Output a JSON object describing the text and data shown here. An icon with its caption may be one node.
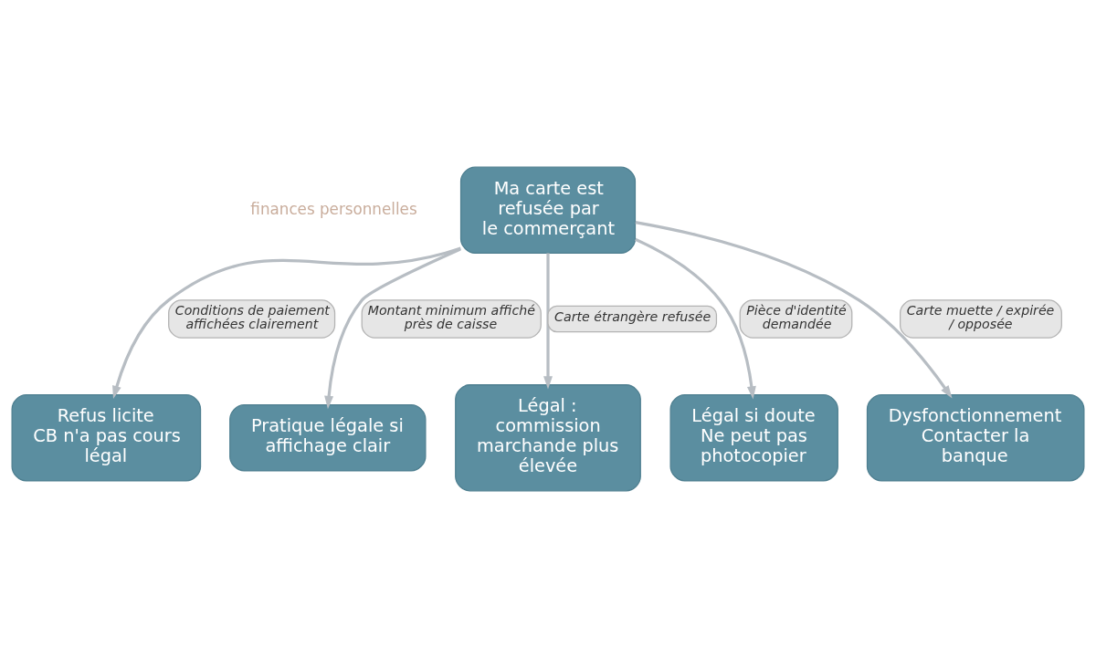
{
  "diagram": {
    "nodes": [
      {
        "text": [
          "Ma carte est refusée par le commerçant"
        ]
      },
      {
        "text": [
          "Refus licite",
          "CB n'a pas cours légal"
        ]
      },
      {
        "text": [
          "Pratique légale si affichage clair"
        ]
      },
      {
        "text": [
          "Légal : commission marchande plus élevée"
        ]
      },
      {
        "text": [
          "Légal si doute",
          "Ne peut pas photocopier"
        ]
      },
      {
        "text": [
          "Dysfonctionnement",
          "Contacter la banque"
        ]
      }
    ],
    "edges": [
      {
        "from": 0,
        "to": 1,
        "arrow": "to",
        "label": "Conditions de paiement affichées clairement"
      },
      {
        "from": 0,
        "to": 2,
        "arrow": "to",
        "label": "Montant minimum affiché près de caisse"
      },
      {
        "from": 0,
        "to": 3,
        "arrow": "to",
        "label": "Carte étrangère refusée"
      },
      {
        "from": 0,
        "to": 4,
        "arrow": "to",
        "label": "Pièce d'identité demandée"
      },
      {
        "from": 0,
        "to": 5,
        "arrow": "to",
        "label": "Carte muette / expirée / opposée"
      }
    ],
    "labels": [
      "finances personnelles"
    ]
  }
}
